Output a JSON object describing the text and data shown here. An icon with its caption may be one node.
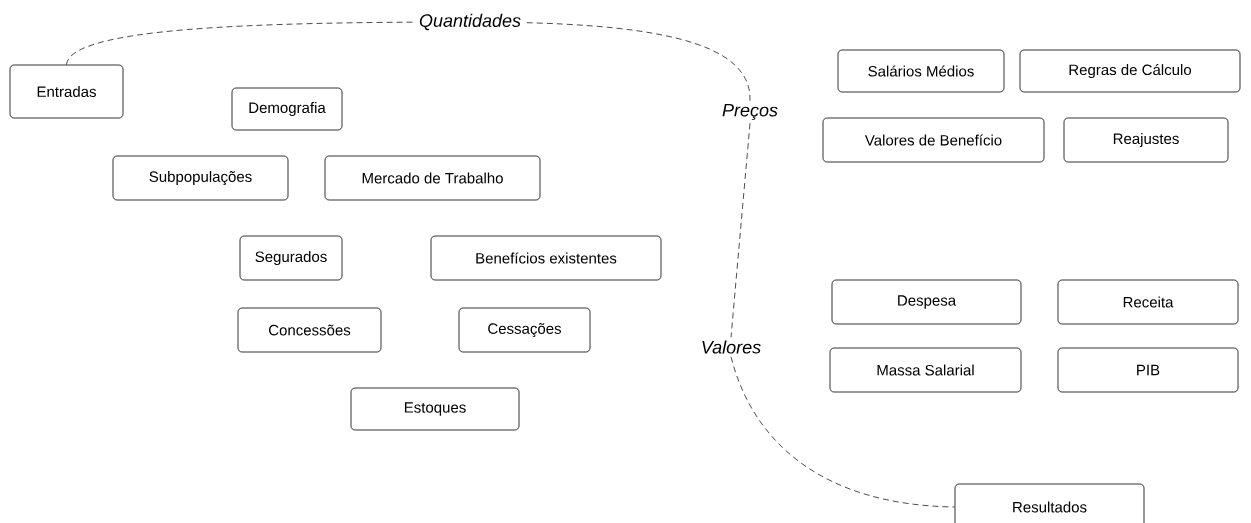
{
  "diagram": {
    "nodes": [
      {
        "text": [
          "Entradas"
        ]
      },
      {
        "text": [
          "Demografia"
        ]
      },
      {
        "text": [
          "Subpopulações"
        ]
      },
      {
        "text": [
          "Mercado de Trabalho"
        ]
      },
      {
        "text": [
          "Segurados"
        ]
      },
      {
        "text": [
          "Benefícios existentes"
        ]
      },
      {
        "text": [
          "Concessões"
        ]
      },
      {
        "text": [
          "Cessações"
        ]
      },
      {
        "text": [
          "Estoques"
        ]
      },
      {
        "text": [
          "Preços"
        ]
      },
      {
        "text": [
          "Salários Médios"
        ]
      },
      {
        "text": [
          "Regras de Cálculo"
        ]
      },
      {
        "text": [
          "Valores de Benefício"
        ]
      },
      {
        "text": [
          "Reajustes"
        ]
      },
      {
        "text": [
          "Despesa"
        ]
      },
      {
        "text": [
          "Receita"
        ]
      },
      {
        "text": [
          "Valores"
        ]
      },
      {
        "text": [
          "Massa Salarial"
        ]
      },
      {
        "text": [
          "PIB"
        ]
      },
      {
        "text": [
          "Resultados"
        ]
      }
    ],
    "edges": [
      {
        "from": 0,
        "to": 9,
        "arrow": "none",
        "style": "dashed",
        "label": "Quantidades"
      },
      {
        "from": 9,
        "to": 16,
        "arrow": "none",
        "style": "dashed"
      },
      {
        "from": 16,
        "to": 19,
        "arrow": "none",
        "style": "dashed"
      }
    ]
  }
}
